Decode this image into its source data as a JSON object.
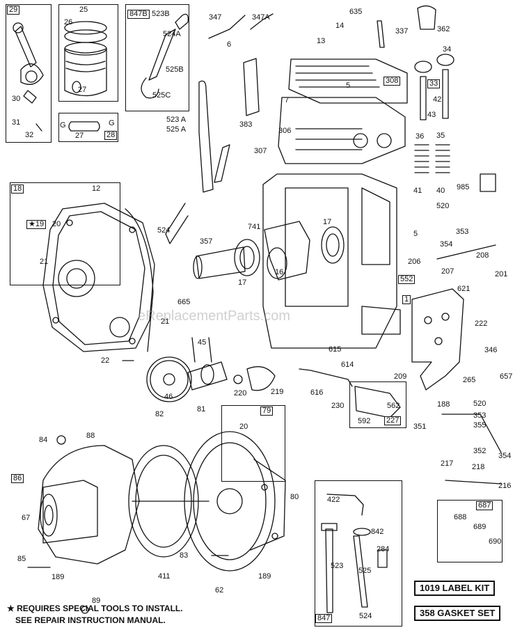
{
  "watermark": "eReplacementParts.com",
  "kits": {
    "label_kit": "1019 LABEL KIT",
    "gasket_set": "358 GASKET SET"
  },
  "note": {
    "line1": "★ REQUIRES SPECIAL TOOLS TO INSTALL.",
    "line2": "SEE REPAIR INSTRUCTION MANUAL."
  },
  "parts": {
    "p29": "29",
    "p25": "25",
    "p26": "26",
    "p27a": "27",
    "p30": "30",
    "p31": "31",
    "p32": "32",
    "pG1": "G",
    "p27b": "27",
    "pG2": "G",
    "p28": "28",
    "p847b": "847B",
    "p523b": "523B",
    "p524a": "524A",
    "p525b": "525B",
    "p525c": "525C",
    "p523a": "523 A",
    "p525a": "525 A",
    "p347": "347",
    "p347a": "347A",
    "p6": "6",
    "p383": "383",
    "p635": "635",
    "p13": "13",
    "p14": "14",
    "p337": "337",
    "p362": "362",
    "p7": "7",
    "p5": "5",
    "p308": "308",
    "p306": "306",
    "p307": "307",
    "p34": "34",
    "p33": "33",
    "p42": "42",
    "p43": "43",
    "p36": "36",
    "p35": "35",
    "p41": "41",
    "p40": "40",
    "p985": "985",
    "p520a": "520",
    "p5b": "5",
    "p353a": "353",
    "p354a": "354",
    "p18": "18",
    "p12": "12",
    "p19": "★19",
    "p20": "20",
    "p21a": "21",
    "p524": "524",
    "p357": "357",
    "p741": "741",
    "p17a": "17",
    "p17b": "17",
    "p16": "16",
    "p208": "208",
    "p206": "206",
    "p207": "207",
    "p201": "201",
    "p552": "552",
    "p1": "1",
    "p621": "621",
    "p222": "222",
    "p665": "665",
    "p21b": "21",
    "p45": "45",
    "p22": "22",
    "p46": "46",
    "p615": "615",
    "p614": "614",
    "p220": "220",
    "p219": "219",
    "p616": "616",
    "p230": "230",
    "p209": "209",
    "p562": "562",
    "p592": "592",
    "p227": "227",
    "p346": "346",
    "p265": "265",
    "p657": "657",
    "p188": "188",
    "p520b": "520",
    "p353b": "353",
    "p355": "355",
    "p352": "352",
    "p354b": "354",
    "p351": "351",
    "p217": "217",
    "p218": "218",
    "p216": "216",
    "p82": "82",
    "p81": "81",
    "p79": "79",
    "p20b": "20",
    "p84": "84",
    "p88": "88",
    "p86": "86",
    "p67": "67",
    "p80": "80",
    "p85": "85",
    "p189a": "189",
    "p411": "411",
    "p83": "83",
    "p62": "62",
    "p189b": "189",
    "p89": "89",
    "p422": "422",
    "p842": "842",
    "p284": "284",
    "p523": "523",
    "p525": "525",
    "p847": "847",
    "p524b": "524",
    "p687": "687",
    "p688": "688",
    "p689": "689",
    "p690": "690"
  }
}
